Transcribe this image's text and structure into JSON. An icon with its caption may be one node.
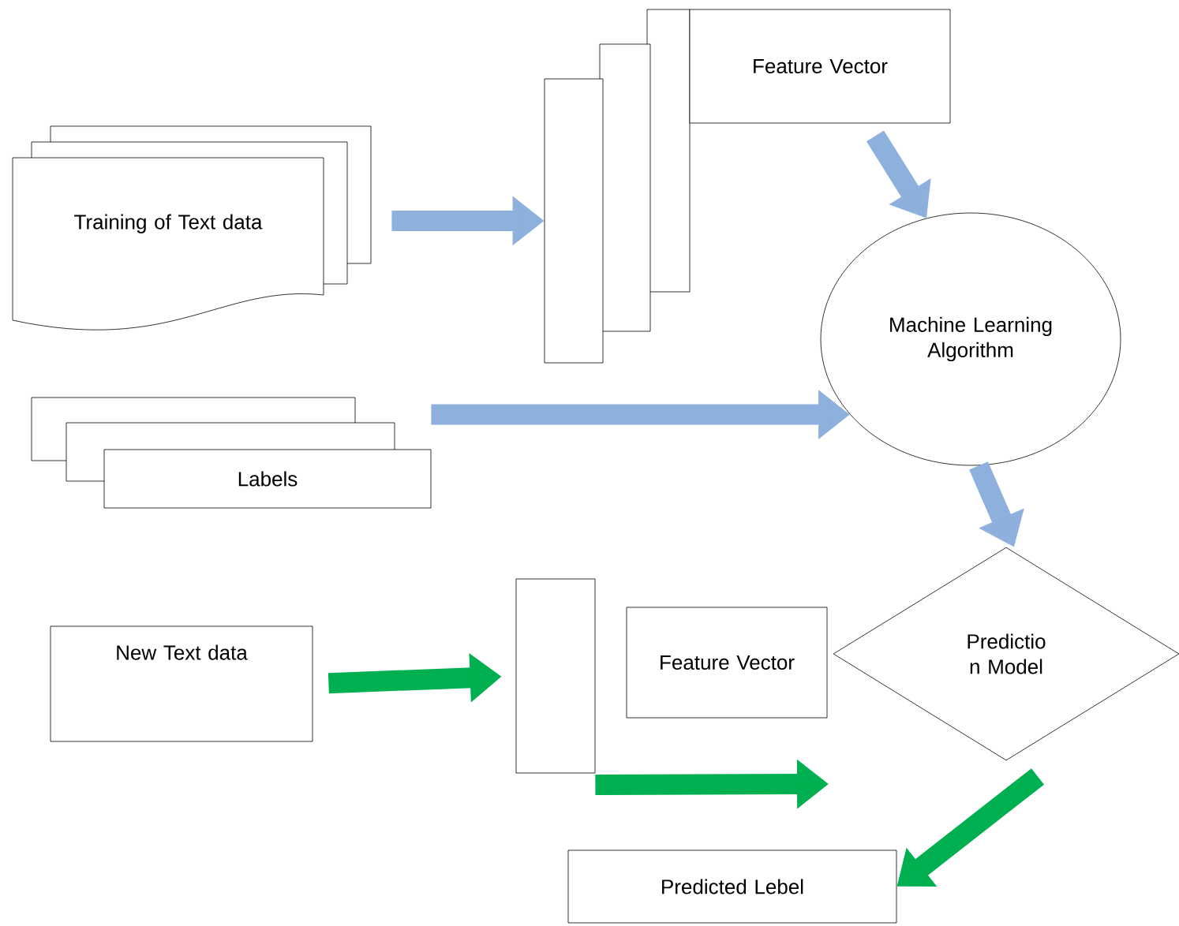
{
  "diagram": {
    "nodes": [
      {
        "text": [
          "Training of Text data"
        ]
      },
      {
        "text": [],
        "shape": "box"
      },
      {
        "text": [
          "Feature Vector"
        ]
      },
      {
        "text": [
          "Machine Learning Algorithm"
        ]
      },
      {
        "text": [
          "Labels"
        ]
      },
      {
        "text": [
          "Predictio n Model"
        ]
      },
      {
        "text": [
          "New Text data"
        ]
      },
      {
        "text": [],
        "shape": "box"
      },
      {
        "text": [
          "Feature Vector"
        ]
      },
      {
        "text": [
          "Predicted Lebel"
        ]
      }
    ],
    "edges": [
      {
        "from": 0,
        "to": 1,
        "arrow": "to",
        "color": "#8eb0dc"
      },
      {
        "from": 2,
        "to": 3,
        "arrow": "to",
        "color": "#8eb0dc"
      },
      {
        "from": 4,
        "to": 3,
        "arrow": "to",
        "color": "#8eb0dc"
      },
      {
        "from": 3,
        "to": 5,
        "arrow": "to",
        "color": "#8eb0dc"
      },
      {
        "from": 6,
        "to": 7,
        "arrow": "to",
        "color": "#00b050"
      },
      {
        "from": 7,
        "to": null,
        "arrow": "to",
        "color": "#00b050"
      },
      {
        "from": 5,
        "to": 9,
        "arrow": "to",
        "color": "#00b050"
      }
    ]
  }
}
